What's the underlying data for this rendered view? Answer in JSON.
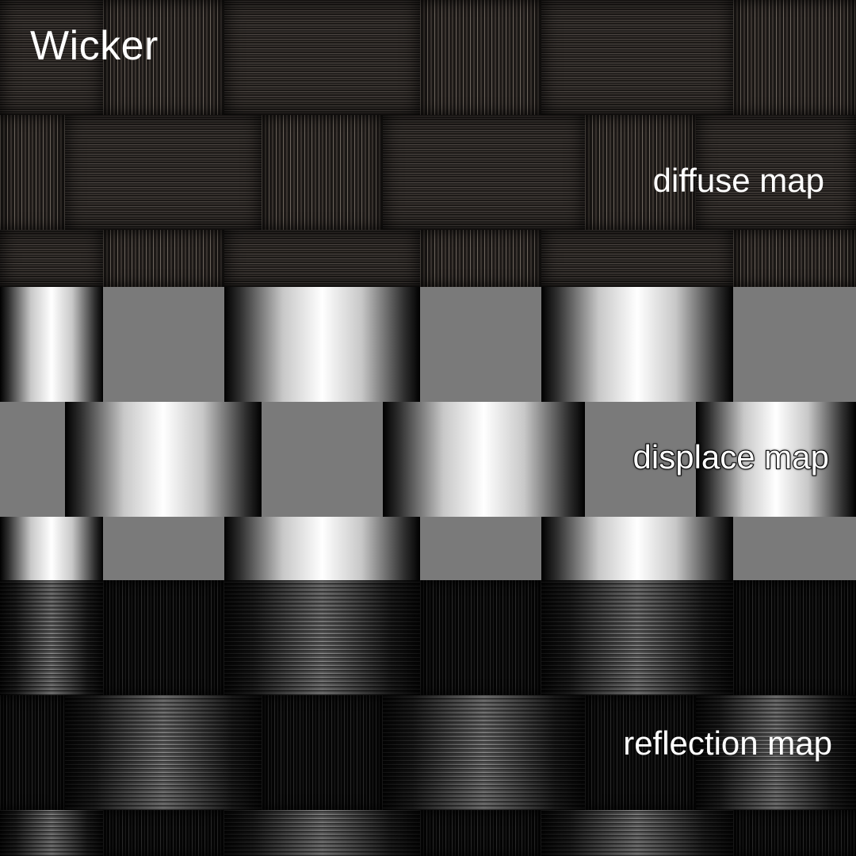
{
  "labels": {
    "title": "Wicker",
    "diffuse": "diffuse map",
    "displace": "displace map",
    "reflection": "reflection map"
  },
  "colors": {
    "diffuse_base": "#2a2624",
    "diffuse_highlight": "#6e665e",
    "displace_flat": "#7a7a7a",
    "displace_peak": "#ffffff",
    "reflection_base": "#0c0c0c",
    "reflection_highlight": "#8a8a8a"
  }
}
